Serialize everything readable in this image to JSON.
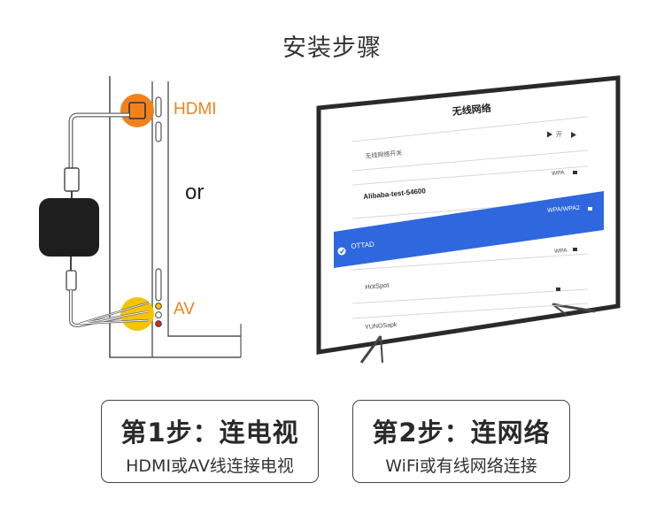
{
  "header": {
    "title": "安装步骤"
  },
  "diagram": {
    "hdmi_label": "HDMI",
    "or_label": "or",
    "av_label": "AV"
  },
  "tv_screen": {
    "title": "无线网络",
    "toggle_row": {
      "label": "无线网络开关",
      "value": "开"
    },
    "networks": [
      {
        "name": "Alibaba-test-54600",
        "security": "WPA",
        "selected": false
      },
      {
        "name": "",
        "security": "WPA/WPA2",
        "selected": false
      },
      {
        "name": "OTTAD",
        "security": "",
        "selected": true
      },
      {
        "name": "",
        "security": "WPA",
        "selected": false
      },
      {
        "name": "HotSpot",
        "security": "",
        "selected": false
      },
      {
        "name": "YUNOSapk",
        "security": "",
        "selected": false
      }
    ]
  },
  "colors": {
    "accent_orange": "#f0821e",
    "highlight_blue": "#2f67df",
    "av_yellow": "#f5c400"
  },
  "steps": [
    {
      "title": "第1步：连电视",
      "description": "HDMI或AV线连接电视"
    },
    {
      "title": "第2步：连网络",
      "description": "WiFi或有线网络连接"
    }
  ]
}
